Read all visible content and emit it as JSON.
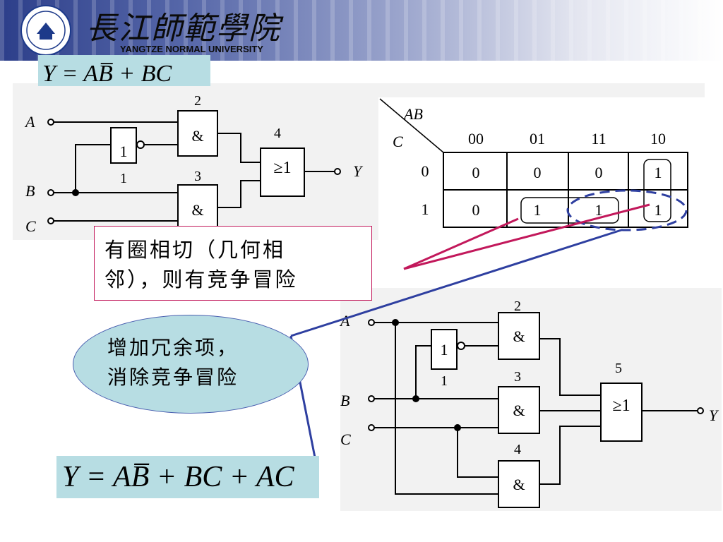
{
  "header": {
    "school_name_cn": "長江師範學院",
    "school_name_en": "YANGTZE NORMAL UNIVERSITY"
  },
  "formula_original": "Y = AB̅ + BC",
  "formula_fixed": "Y = AB̅ + BC + AC",
  "note_text_line1": "有圈相切（几何相",
  "note_text_line2": "邻），则有竞争冒险",
  "ellipse_line1": "增加冗余项，",
  "ellipse_line2": "消除竞争冒险",
  "circuit1": {
    "input_a": "A",
    "input_b": "B",
    "input_c": "C",
    "output": "Y",
    "gate_not_symbol": "1",
    "gate_and_symbol": "&",
    "gate_or_symbol": "≥1",
    "num_not": "1",
    "num_and1": "2",
    "num_and2": "3",
    "num_or": "4"
  },
  "circuit2": {
    "input_a": "A",
    "input_b": "B",
    "input_c": "C",
    "output": "Y",
    "gate_not_symbol": "1",
    "gate_and_symbol": "&",
    "gate_or_symbol": "≥1",
    "num_not": "1",
    "num_and1": "2",
    "num_and2": "3",
    "num_and3": "4",
    "num_or": "5"
  },
  "kmap": {
    "row_var": "C",
    "col_var": "AB",
    "col_headers": [
      "00",
      "01",
      "11",
      "10"
    ],
    "row_headers": [
      "0",
      "1"
    ],
    "cells": [
      [
        "0",
        "0",
        "0",
        "1"
      ],
      [
        "0",
        "1",
        "1",
        "1"
      ]
    ]
  },
  "colors": {
    "accent": "#b7dde3",
    "loop_red": "#c2185b",
    "loop_blue": "#2e3fa0",
    "header_dark": "#2d3f8a"
  }
}
